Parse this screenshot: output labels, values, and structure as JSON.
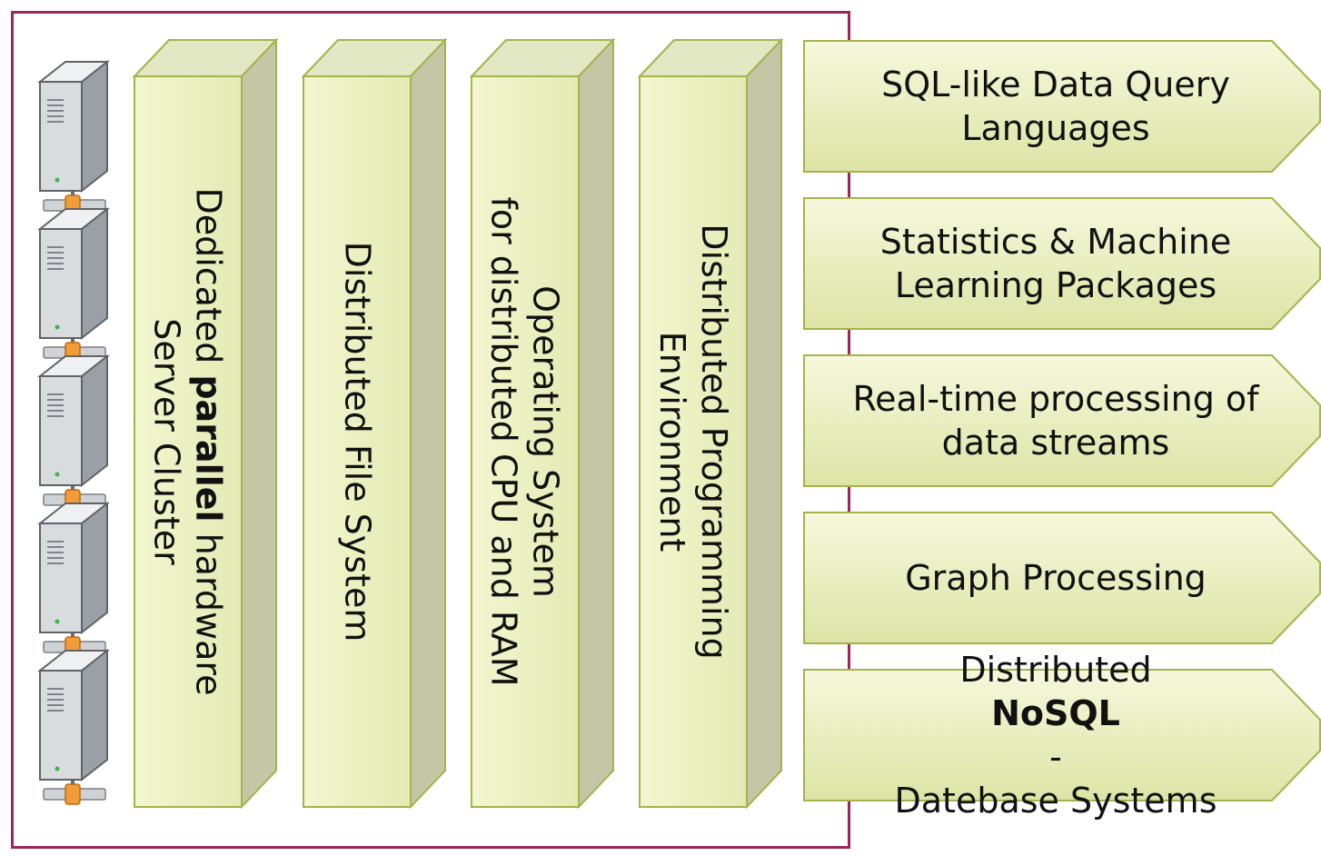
{
  "colors": {
    "frame": "#a0245a",
    "fill_light": "#f3f6cf",
    "fill_dark": "#d9e0a4",
    "side": "#c3c7a6",
    "top": "#e3e8c4",
    "outline": "#a5b34a",
    "connector": "#f29c38"
  },
  "servers": {
    "count": 5,
    "icon": "server-icon"
  },
  "pillars": [
    {
      "line1_pre": "Dedicated ",
      "line1_bold": "parallel",
      "line1_post": " hardware",
      "line2": "Server Cluster"
    },
    {
      "line1_pre": "Distributed File System",
      "line1_bold": "",
      "line1_post": "",
      "line2": ""
    },
    {
      "line1_pre": "Operating System",
      "line1_bold": "",
      "line1_post": "",
      "line2": "for distributed CPU and RAM"
    },
    {
      "line1_pre": "Distributed Programming",
      "line1_bold": "",
      "line1_post": "",
      "line2": "Environment"
    }
  ],
  "arrows": [
    {
      "line1_pre": "SQL-like Data Query",
      "line1_bold": "",
      "line1_post": "",
      "line2": "Languages"
    },
    {
      "line1_pre": "Statistics & Machine",
      "line1_bold": "",
      "line1_post": "",
      "line2": "Learning Packages"
    },
    {
      "line1_pre": "Real-time processing of",
      "line1_bold": "",
      "line1_post": "",
      "line2": "data streams"
    },
    {
      "line1_pre": "Graph Processing",
      "line1_bold": "",
      "line1_post": "",
      "line2": ""
    },
    {
      "line1_pre": "Distributed ",
      "line1_bold": "NoSQL",
      "line1_post": "-",
      "line2": "Datebase Systems"
    }
  ]
}
